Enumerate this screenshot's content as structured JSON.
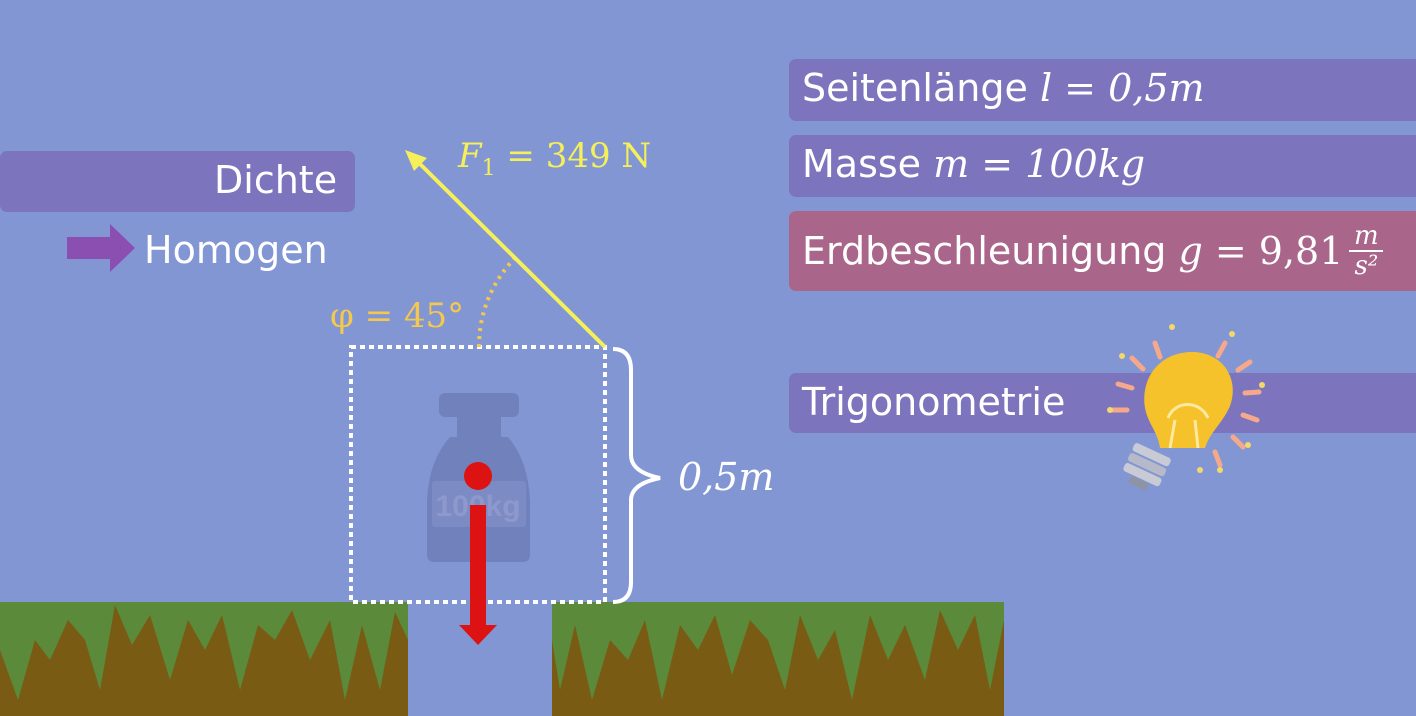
{
  "colors": {
    "background": "#8396d4",
    "pill_purple": "#7c75be",
    "pill_red": "#a9658a",
    "force_arrow": "#f5f05a",
    "angle": "#f3c84c",
    "weight_arrow": "#dd1212",
    "grass": "#5a8a3a",
    "dirt": "#7a5b14"
  },
  "left_panel": {
    "dichte": "Dichte",
    "homogen": "Homogen"
  },
  "force": {
    "label": "F",
    "sub": "1",
    "value": "= 349 N"
  },
  "angle": {
    "label": "φ = 45°"
  },
  "box": {
    "weight_text": "100kg",
    "side_label": "0,5m"
  },
  "info": {
    "seitenlaenge_label": "Seitenlänge",
    "seitenlaenge_formula": "l = 0,5m",
    "masse_label": "Masse",
    "masse_formula": "m = 100kg",
    "erd_label": "Erdbeschleunigung",
    "erd_var": "g",
    "erd_value": " = 9,81",
    "erd_num": "m",
    "erd_den": "s²",
    "trig_label": "Trigonometrie"
  },
  "icons": {
    "bulb": "lightbulb-icon",
    "arrow": "right-arrow-icon"
  }
}
